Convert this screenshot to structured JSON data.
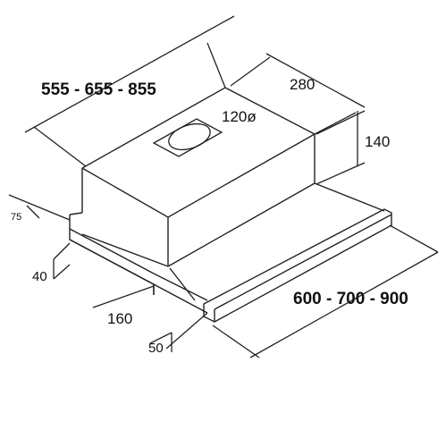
{
  "dimensions": {
    "width_top": "555 - 655 - 855",
    "depth": "280",
    "duct": "120ø",
    "height": "140",
    "side_offset": "75",
    "front_height": "40",
    "front_offset": "160",
    "visor_height": "50",
    "width_front": "600 - 700 - 900"
  }
}
